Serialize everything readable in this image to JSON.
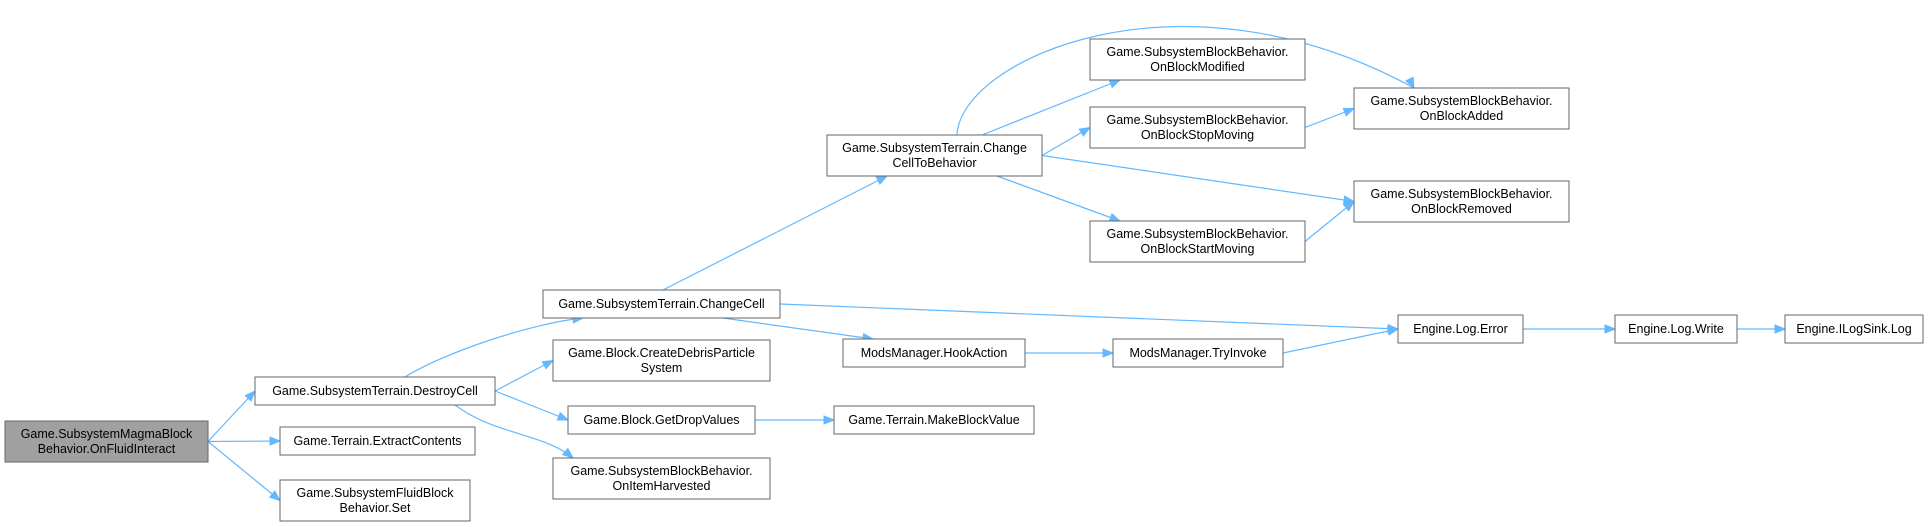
{
  "graph": {
    "edge_color": "#63b8ff",
    "root_fill": "#a0a0a0",
    "nodes": [
      {
        "id": "n_root",
        "lines": [
          "Game.SubsystemMagmaBlock",
          "Behavior.OnFluidInteract"
        ],
        "root": true
      },
      {
        "id": "n_destroy",
        "lines": [
          "Game.SubsystemTerrain.DestroyCell"
        ]
      },
      {
        "id": "n_extract",
        "lines": [
          "Game.Terrain.ExtractContents"
        ]
      },
      {
        "id": "n_fluidset",
        "lines": [
          "Game.SubsystemFluidBlock",
          "Behavior.Set"
        ]
      },
      {
        "id": "n_changecell",
        "lines": [
          "Game.SubsystemTerrain.ChangeCell"
        ]
      },
      {
        "id": "n_debris",
        "lines": [
          "Game.Block.CreateDebrisParticle",
          "System"
        ]
      },
      {
        "id": "n_drop",
        "lines": [
          "Game.Block.GetDropValues"
        ]
      },
      {
        "id": "n_harvested",
        "lines": [
          "Game.SubsystemBlockBehavior.",
          "OnItemHarvested"
        ]
      },
      {
        "id": "n_change2beh",
        "lines": [
          "Game.SubsystemTerrain.Change",
          "CellToBehavior"
        ]
      },
      {
        "id": "n_hook",
        "lines": [
          "ModsManager.HookAction"
        ]
      },
      {
        "id": "n_makeblock",
        "lines": [
          "Game.Terrain.MakeBlockValue"
        ]
      },
      {
        "id": "n_modified",
        "lines": [
          "Game.SubsystemBlockBehavior.",
          "OnBlockModified"
        ]
      },
      {
        "id": "n_stopmoving",
        "lines": [
          "Game.SubsystemBlockBehavior.",
          "OnBlockStopMoving"
        ]
      },
      {
        "id": "n_startmoving",
        "lines": [
          "Game.SubsystemBlockBehavior.",
          "OnBlockStartMoving"
        ]
      },
      {
        "id": "n_tryinvoke",
        "lines": [
          "ModsManager.TryInvoke"
        ]
      },
      {
        "id": "n_added",
        "lines": [
          "Game.SubsystemBlockBehavior.",
          "OnBlockAdded"
        ]
      },
      {
        "id": "n_removed",
        "lines": [
          "Game.SubsystemBlockBehavior.",
          "OnBlockRemoved"
        ]
      },
      {
        "id": "n_logerror",
        "lines": [
          "Engine.Log.Error"
        ]
      },
      {
        "id": "n_logwrite",
        "lines": [
          "Engine.Log.Write"
        ]
      },
      {
        "id": "n_logsink",
        "lines": [
          "Engine.ILogSink.Log"
        ]
      }
    ],
    "edges": [
      {
        "from": "n_root",
        "to": "n_destroy"
      },
      {
        "from": "n_root",
        "to": "n_extract"
      },
      {
        "from": "n_root",
        "to": "n_fluidset"
      },
      {
        "from": "n_destroy",
        "to": "n_changecell"
      },
      {
        "from": "n_destroy",
        "to": "n_debris"
      },
      {
        "from": "n_destroy",
        "to": "n_drop"
      },
      {
        "from": "n_destroy",
        "to": "n_harvested"
      },
      {
        "from": "n_changecell",
        "to": "n_change2beh"
      },
      {
        "from": "n_changecell",
        "to": "n_logerror"
      },
      {
        "from": "n_changecell",
        "to": "n_hook"
      },
      {
        "from": "n_drop",
        "to": "n_makeblock"
      },
      {
        "from": "n_change2beh",
        "to": "n_added"
      },
      {
        "from": "n_change2beh",
        "to": "n_modified"
      },
      {
        "from": "n_change2beh",
        "to": "n_stopmoving"
      },
      {
        "from": "n_change2beh",
        "to": "n_removed"
      },
      {
        "from": "n_change2beh",
        "to": "n_startmoving"
      },
      {
        "from": "n_stopmoving",
        "to": "n_added"
      },
      {
        "from": "n_startmoving",
        "to": "n_removed"
      },
      {
        "from": "n_hook",
        "to": "n_tryinvoke"
      },
      {
        "from": "n_tryinvoke",
        "to": "n_logerror"
      },
      {
        "from": "n_logerror",
        "to": "n_logwrite"
      },
      {
        "from": "n_logwrite",
        "to": "n_logsink"
      }
    ]
  }
}
